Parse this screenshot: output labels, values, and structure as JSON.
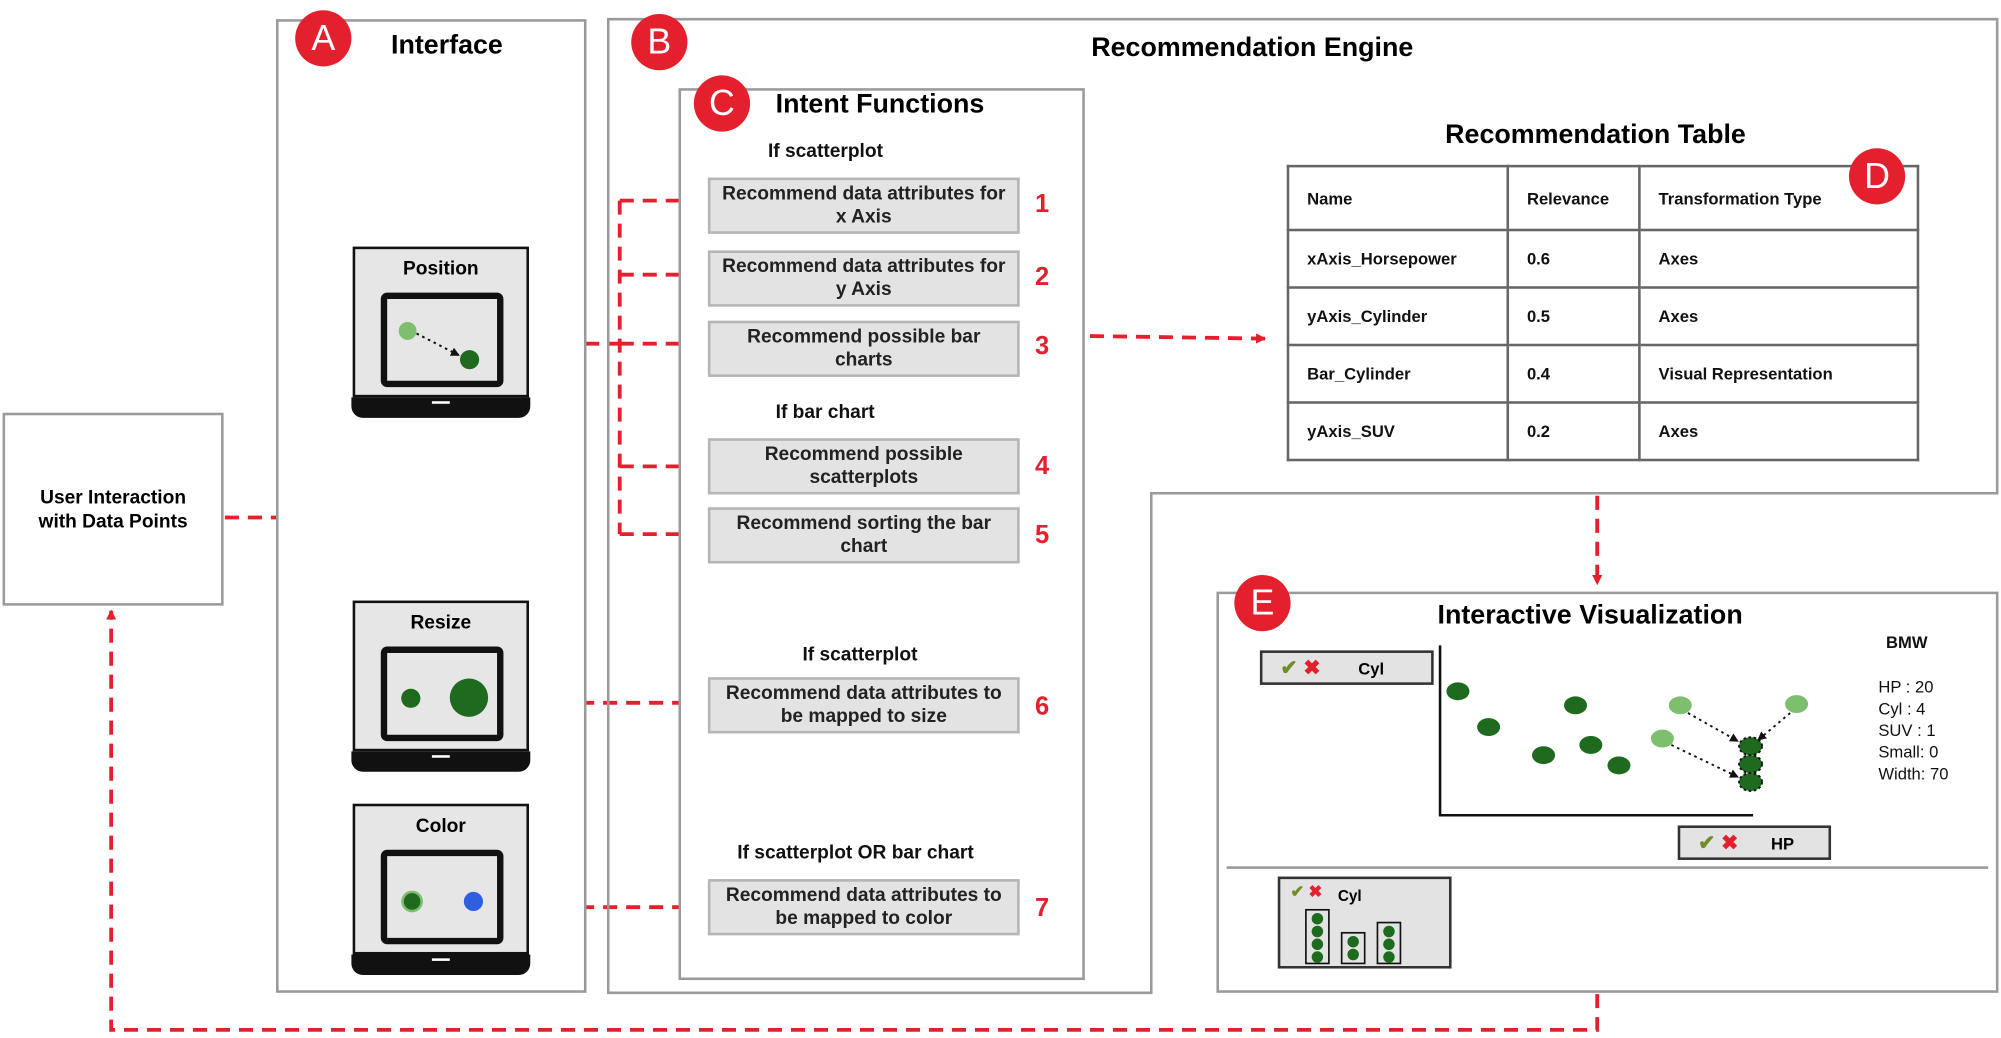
{
  "user_interaction": "User Interaction with Data Points",
  "interface": {
    "badge": "A",
    "title": "Interface",
    "devices": [
      {
        "label": "Position"
      },
      {
        "label": "Resize"
      },
      {
        "label": "Color"
      }
    ]
  },
  "engine": {
    "badge": "B",
    "title": "Recommendation Engine"
  },
  "intent": {
    "badge": "C",
    "title": "Intent Functions",
    "conditions": [
      "If  scatterplot",
      "If  bar chart",
      "If  scatterplot",
      "If  scatterplot OR bar chart"
    ],
    "functions": [
      {
        "num": "1",
        "label": "Recommend data attributes for x Axis"
      },
      {
        "num": "2",
        "label": "Recommend data attributes for y Axis"
      },
      {
        "num": "3",
        "label": "Recommend possible bar charts"
      },
      {
        "num": "4",
        "label": "Recommend possible scatterplots"
      },
      {
        "num": "5",
        "label": "Recommend sorting the bar chart"
      },
      {
        "num": "6",
        "label": "Recommend data attributes to be mapped to size"
      },
      {
        "num": "7",
        "label": "Recommend data attributes to be mapped to color"
      }
    ]
  },
  "rec_table": {
    "badge": "D",
    "title": "Recommendation Table",
    "headers": [
      "Name",
      "Relevance",
      "Transformation Type"
    ],
    "rows": [
      [
        "xAxis_Horsepower",
        "0.6",
        "Axes"
      ],
      [
        "yAxis_Cylinder",
        "0.5",
        "Axes"
      ],
      [
        "Bar_Cylinder",
        "0.4",
        "Visual Representation"
      ],
      [
        "yAxis_SUV",
        "0.2",
        "Axes"
      ]
    ]
  },
  "viz": {
    "badge": "E",
    "title": "Interactive Visualization",
    "y_chip": "Cyl",
    "x_chip": "HP",
    "bar_chip": "Cyl",
    "check": "✔",
    "cross": "✖",
    "info_title": "BMW",
    "info_lines": [
      "HP : 20",
      "Cyl : 4",
      "SUV : 1",
      "Small: 0",
      "Width: 70"
    ]
  },
  "colors": {
    "red": "#e5202e",
    "dark_green": "#1e6a1e",
    "light_green": "#7dbf6e",
    "blue": "#2f5fe0"
  }
}
